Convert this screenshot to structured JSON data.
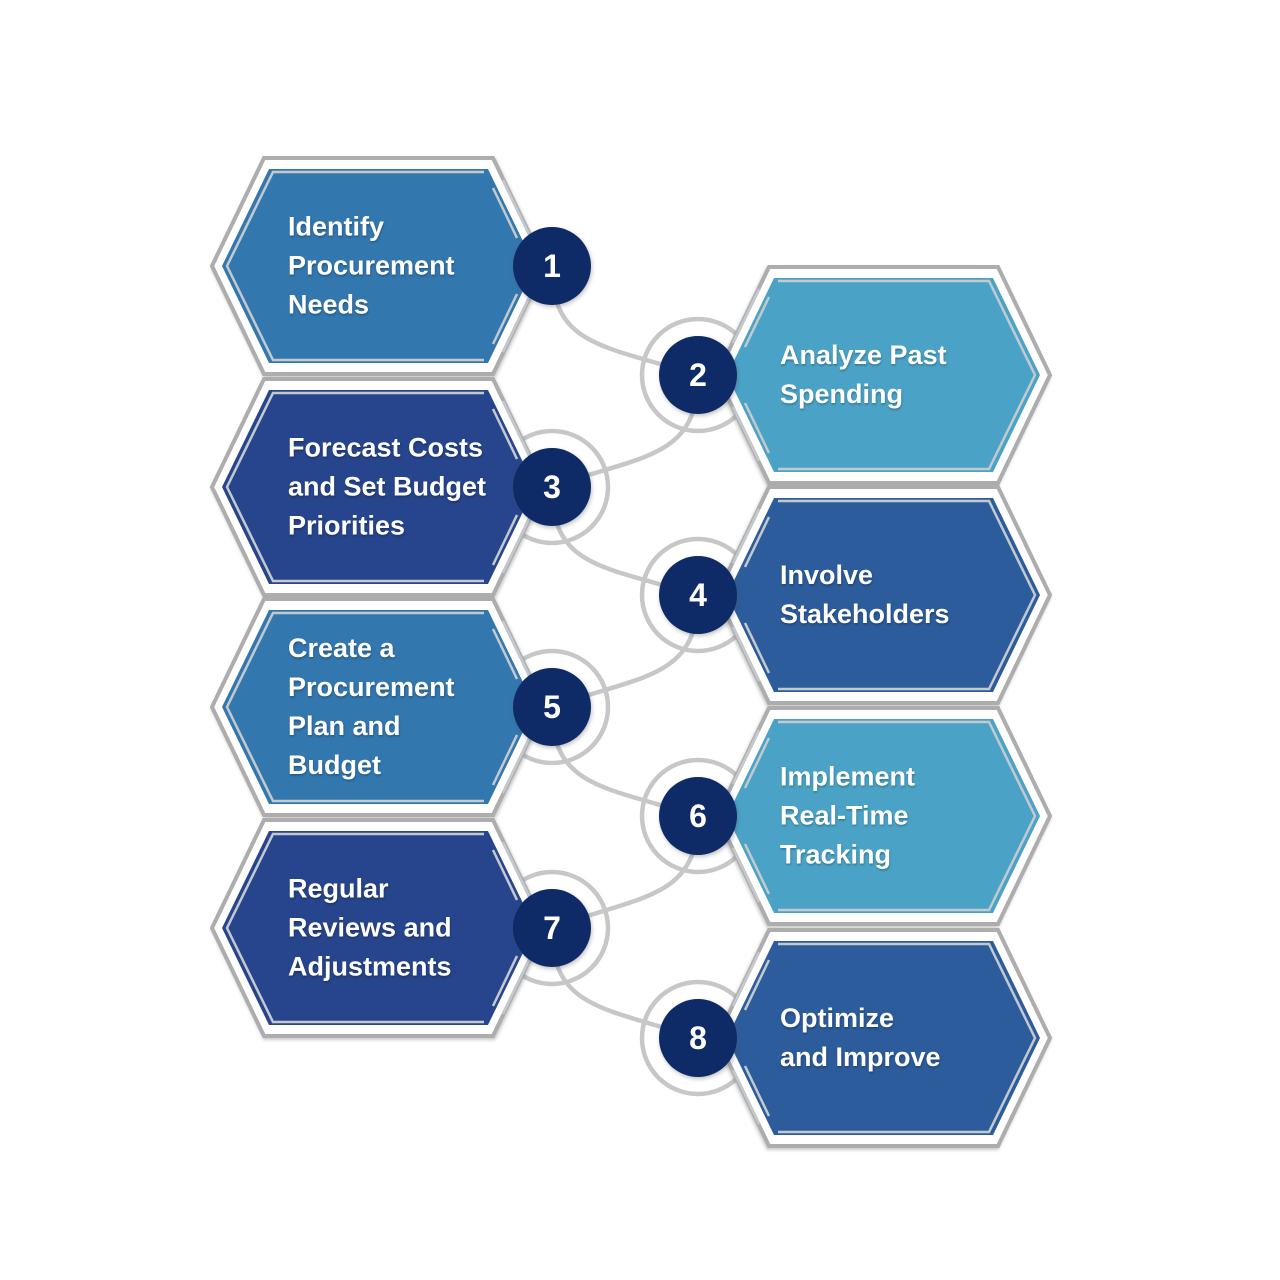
{
  "diagram": {
    "kind": "process-flow-infographic",
    "background": "#FFFFFF",
    "colors": {
      "badge": "#0E2B67",
      "border": "#ADADAD",
      "connector": "#C7C7C7",
      "inner_line": "#C3C9CD",
      "label_text": "#FFFFFF"
    },
    "steps": [
      {
        "number": "1",
        "title": "Identify\nProcurement\nNeeds",
        "side": "left",
        "color": "#3377AF"
      },
      {
        "number": "2",
        "title": "Analyze Past\nSpending",
        "side": "right",
        "color": "#4AA3C6"
      },
      {
        "number": "3",
        "title": "Forecast Costs\nand Set Budget\nPriorities",
        "side": "left",
        "color": "#27458C"
      },
      {
        "number": "4",
        "title": "Involve\nStakeholders",
        "side": "right",
        "color": "#2C5C9B"
      },
      {
        "number": "5",
        "title": "Create a\nProcurement\nPlan and\nBudget",
        "side": "left",
        "color": "#3377AF"
      },
      {
        "number": "6",
        "title": "Implement\nReal-Time\nTracking",
        "side": "right",
        "color": "#4AA3C6"
      },
      {
        "number": "7",
        "title": "Regular\nReviews and\nAdjustments",
        "side": "left",
        "color": "#27458C"
      },
      {
        "number": "8",
        "title": "Optimize\nand Improve",
        "side": "right",
        "color": "#2C5C9B"
      }
    ]
  }
}
